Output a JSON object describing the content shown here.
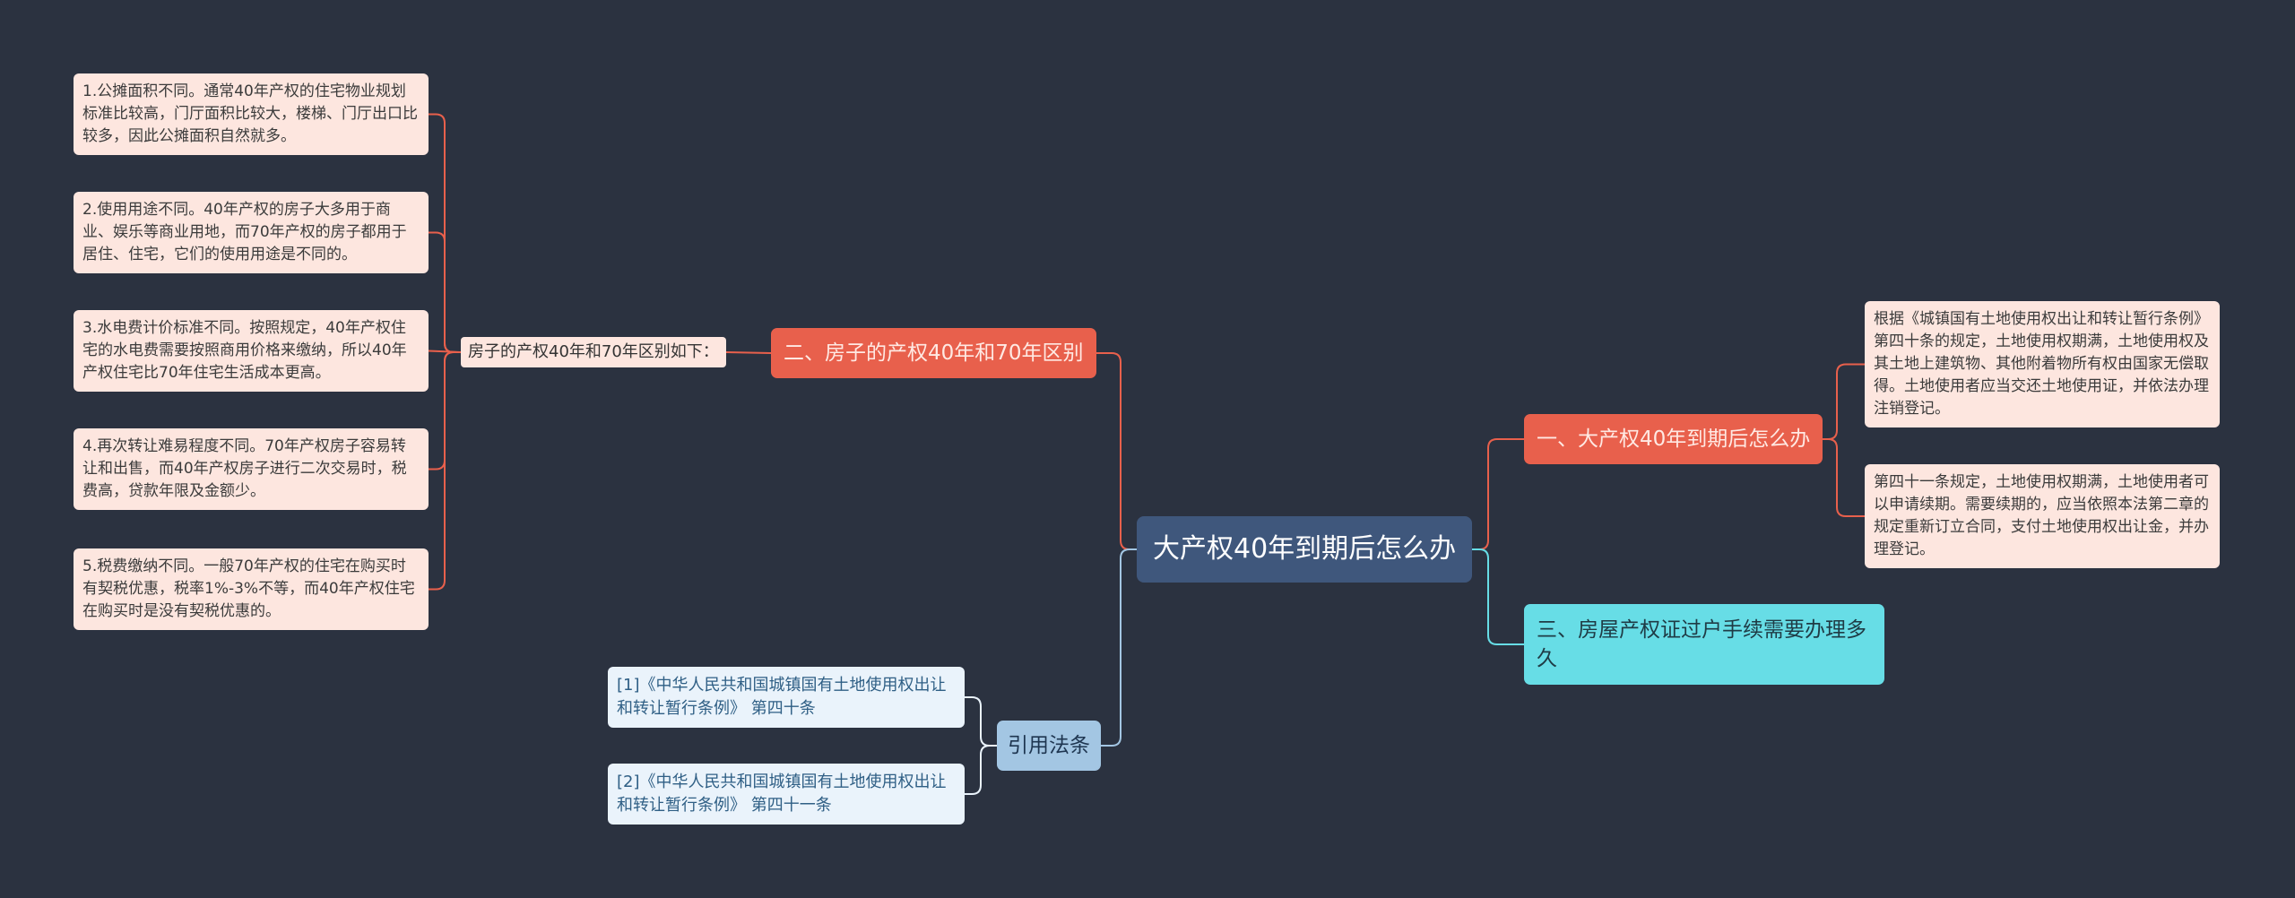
{
  "root": {
    "label": "大产权40年到期后怎么办"
  },
  "branches": {
    "one": {
      "label": "一、大产权40年到期后怎么办",
      "leaves": [
        "根据《城镇国有土地使用权出让和转让暂行条例》第四十条的规定，土地使用权期满，土地使用权及其土地上建筑物、其他附着物所有权由国家无偿取得。土地使用者应当交还土地使用证，并依法办理注销登记。",
        "第四十一条规定，土地使用权期满，土地使用者可以申请续期。需要续期的，应当依照本法第二章的规定重新订立合同，支付土地使用权出让金，并办理登记。"
      ]
    },
    "two": {
      "label": "二、房子的产权40年和70年区别",
      "sublabel": "房子的产权40年和70年区别如下：",
      "leaves": [
        "1.公摊面积不同。通常40年产权的住宅物业规划标准比较高，门厅面积比较大，楼梯、门厅出口比较多，因此公摊面积自然就多。",
        "2.使用用途不同。40年产权的房子大多用于商业、娱乐等商业用地，而70年产权的房子都用于居住、住宅，它们的使用用途是不同的。",
        "3.水电费计价标准不同。按照规定，40年产权住宅的水电费需要按照商用价格来缴纳，所以40年产权住宅比70年住宅生活成本更高。",
        "4.再次转让难易程度不同。70年产权房子容易转让和出售，而40年产权房子进行二次交易时，税费高，贷款年限及金额少。",
        "5.税费缴纳不同。一般70年产权的住宅在购买时有契税优惠，税率1%-3%不等，而40年产权住宅在购买时是没有契税优惠的。"
      ]
    },
    "three": {
      "label": "三、房屋产权证过户手续需要办理多久"
    },
    "refs": {
      "label": "引用法条",
      "leaves": [
        "[1]《中华人民共和国城镇国有土地使用权出让和转让暂行条例》 第四十条",
        "[2]《中华人民共和国城镇国有土地使用权出让和转让暂行条例》 第四十一条"
      ]
    }
  },
  "colors": {
    "background": "#2b3240",
    "root": "#3f577c",
    "red_branch": "#e8604c",
    "cyan_branch": "#67dde6",
    "blue_branch": "#a3c6e3",
    "leaf": "#fde6df",
    "ref_leaf": "#eaf3fb"
  }
}
